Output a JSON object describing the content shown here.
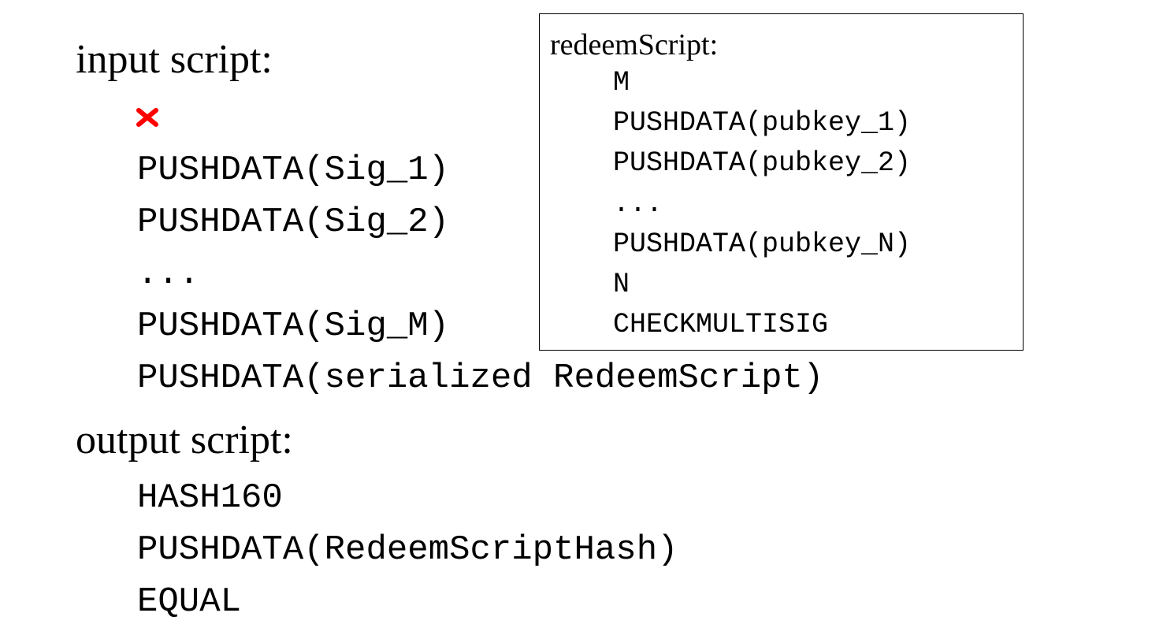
{
  "input_script": {
    "heading": "input script:",
    "marker_icon": "red-x-icon",
    "marker_color": "#ff0000",
    "lines": [
      "PUSHDATA(Sig_1)",
      "PUSHDATA(Sig_2)",
      "...",
      "PUSHDATA(Sig_M)",
      "PUSHDATA(serialized RedeemScript)"
    ]
  },
  "output_script": {
    "heading": "output script:",
    "lines": [
      "HASH160",
      "PUSHDATA(RedeemScriptHash)",
      "EQUAL"
    ]
  },
  "redeem_script": {
    "heading": "redeemScript:",
    "lines": [
      "M",
      "PUSHDATA(pubkey_1)",
      "PUSHDATA(pubkey_2)",
      "...",
      "PUSHDATA(pubkey_N)",
      "N",
      "CHECKMULTISIG"
    ]
  }
}
